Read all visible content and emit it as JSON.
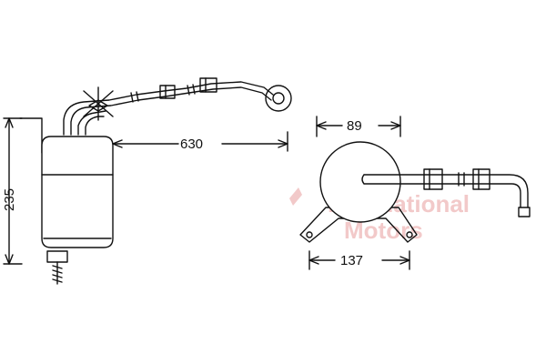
{
  "colors": {
    "line": "#111111",
    "fill": "#ffffff",
    "watermark": "#f2c9c9"
  },
  "dimensions": {
    "length": "630",
    "height": "235",
    "top_width": "89",
    "bracket_width": "137"
  },
  "watermark": {
    "line1": "International",
    "line2": "Motors"
  }
}
